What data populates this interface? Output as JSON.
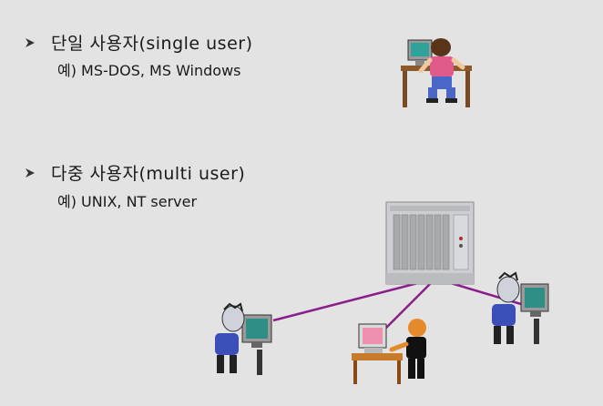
{
  "single": {
    "heading": "단일 사용자(single user)",
    "example": "예) MS-DOS, MS Windows"
  },
  "multi": {
    "heading": "다중 사용자(multi user)",
    "example": "예) UNIX, NT server"
  },
  "colors": {
    "background": "#e3e3e3",
    "link_line": "#8a1e8c",
    "server_body": "#cdced2"
  },
  "icons": {
    "bullet": "arrow-bullet-icon",
    "single_user": "single-user-computer-icon",
    "server": "server-rack-icon",
    "terminal_user": "terminal-user-icon"
  }
}
